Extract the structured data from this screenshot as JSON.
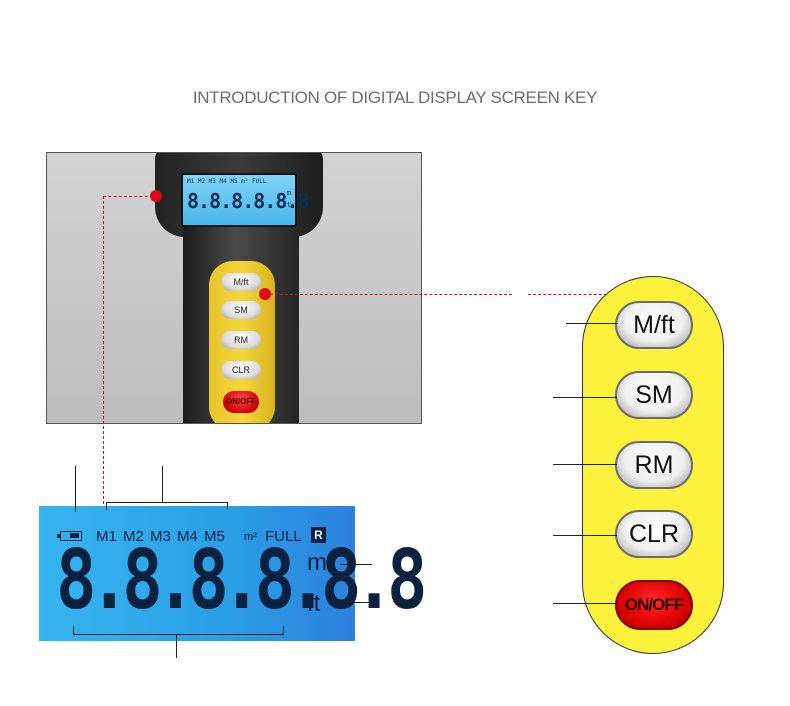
{
  "title": "INTRODUCTION OF DIGITAL DISPLAY SCREEN KEY",
  "photo": {
    "mini_lcd_status": "M1 M2 M3 M4 M5 m² FULL",
    "mini_lcd_digits": "8.8.8.8.8.8",
    "mini_lcd_unit_m": "m",
    "mini_lcd_unit_ft": "ft",
    "buttons": [
      "M/ft",
      "SM",
      "RM",
      "CLR",
      "ON/OFF"
    ]
  },
  "lcd": {
    "indicators": "M1  M2  M3  M4  M5",
    "area_unit": "m²",
    "full": "FULL",
    "r_badge": "R",
    "digits": "8.8.8.8.8.8",
    "unit_m": "m",
    "unit_ft": "ft"
  },
  "keys": {
    "mft": "M/ft",
    "sm": "SM",
    "rm": "RM",
    "clr": "CLR",
    "onoff": "ON/OFF"
  },
  "colors": {
    "lcd_blue": "#2a9ee6",
    "panel_yellow": "#fcf23c",
    "accent_red": "#e0081a",
    "power_red": "#e00000"
  }
}
